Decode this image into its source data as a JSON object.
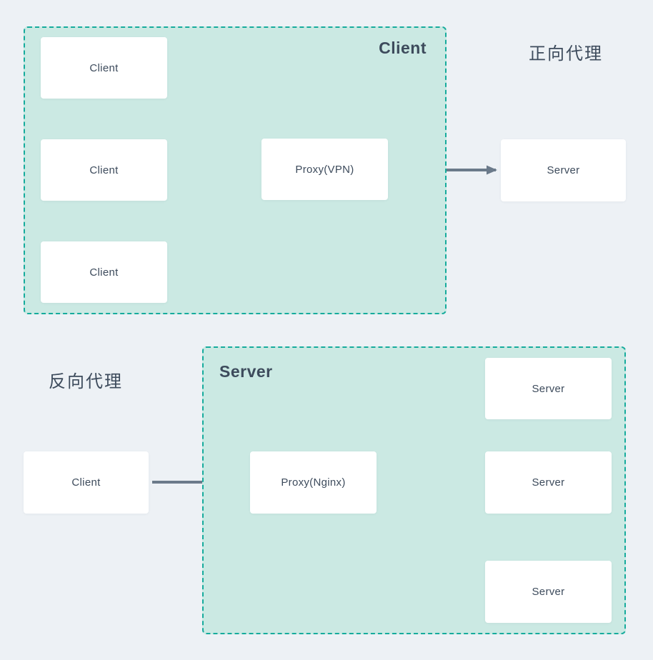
{
  "colors": {
    "page-bg": "#edf1f5",
    "zone-fill": "#cbe9e3",
    "zone-border": "#16ab9c",
    "arrow": "#6b7a8a",
    "text": "#3d4b5c",
    "node-bg": "#ffffff"
  },
  "forward": {
    "title": "正向代理",
    "zone_label": "Client",
    "clients": [
      {
        "label": "Client"
      },
      {
        "label": "Client"
      },
      {
        "label": "Client"
      }
    ],
    "proxy": {
      "label": "Proxy(VPN)"
    },
    "server": {
      "label": "Server"
    }
  },
  "reverse": {
    "title": "反向代理",
    "zone_label": "Server",
    "client": {
      "label": "Client"
    },
    "proxy": {
      "label": "Proxy(Nginx)"
    },
    "servers": [
      {
        "label": "Server"
      },
      {
        "label": "Server"
      },
      {
        "label": "Server"
      }
    ]
  }
}
